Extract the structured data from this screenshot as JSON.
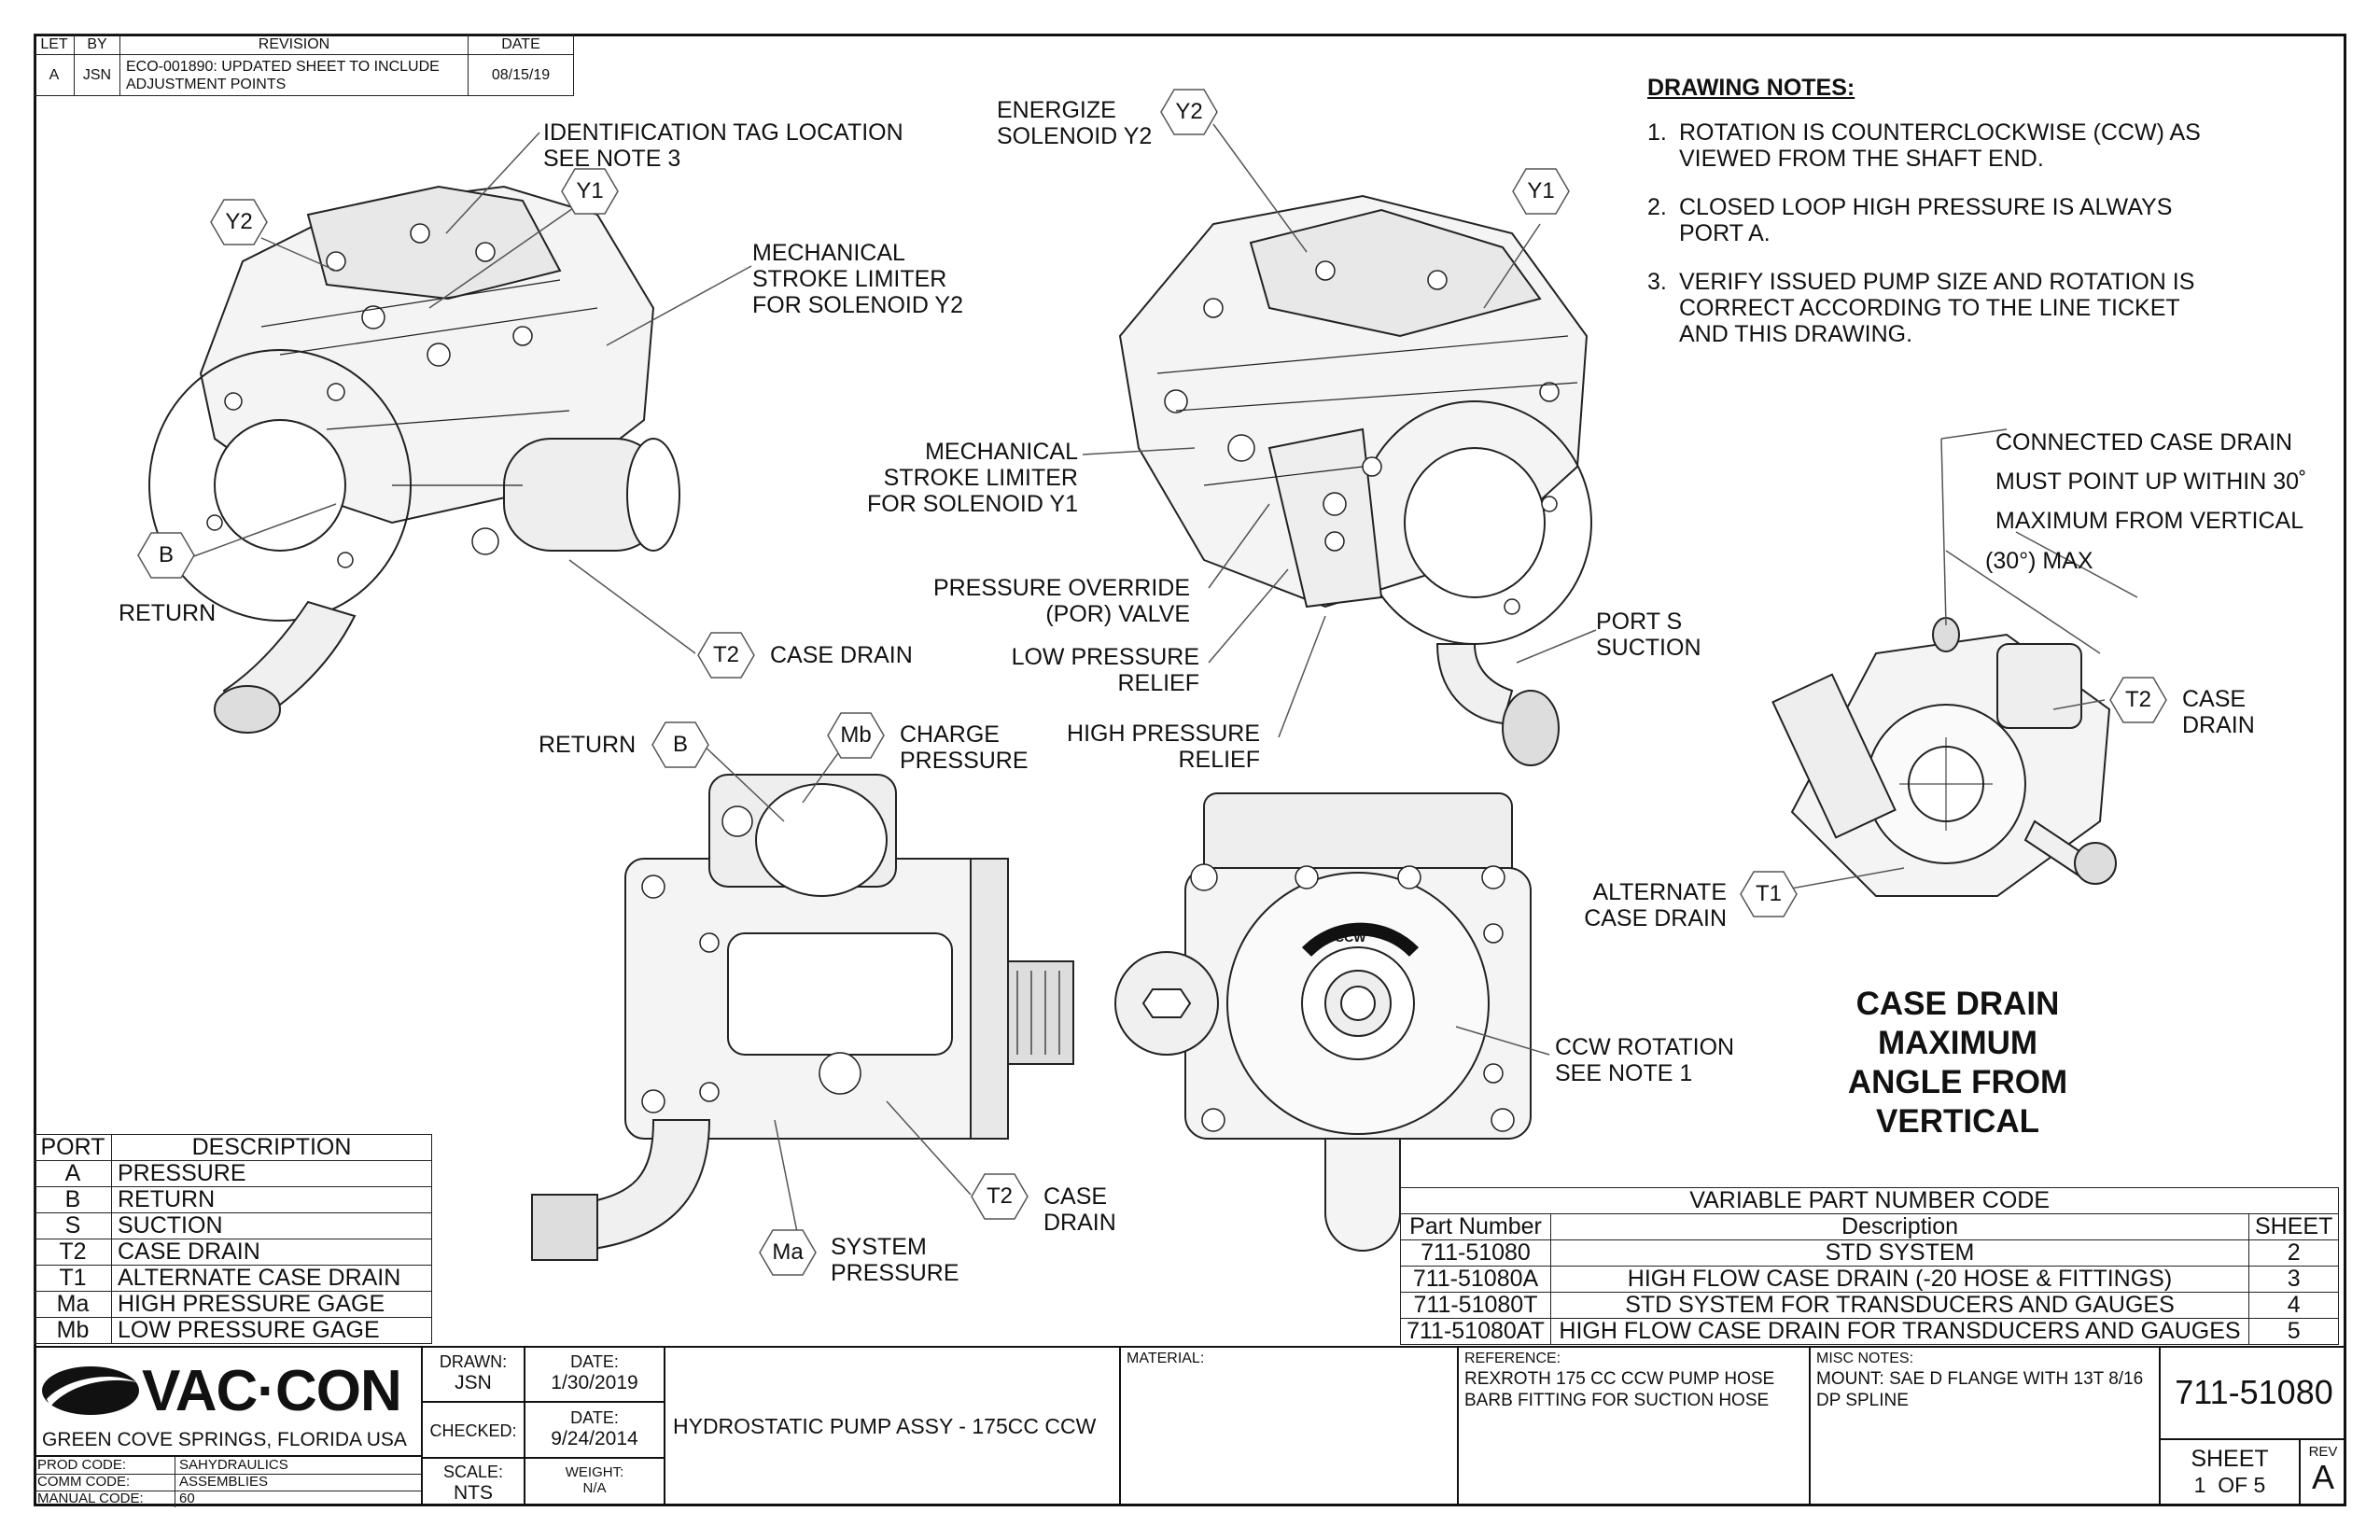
{
  "revision": {
    "headers": [
      "LET",
      "BY",
      "REVISION",
      "DATE"
    ],
    "rows": [
      [
        "A",
        "JSN",
        "ECO-001890: UPDATED SHEET TO INCLUDE ADJUSTMENT POINTS",
        "08/15/19"
      ]
    ]
  },
  "drawing_notes": {
    "title": "DRAWING NOTES:",
    "items": [
      {
        "num": "1.",
        "text": "ROTATION IS COUNTERCLOCKWISE (CCW) AS VIEWED FROM THE SHAFT END."
      },
      {
        "num": "2.",
        "text": "CLOSED LOOP HIGH PRESSURE IS ALWAYS PORT A."
      },
      {
        "num": "3.",
        "text": "VERIFY ISSUED PUMP SIZE AND ROTATION IS CORRECT ACCORDING TO THE LINE TICKET AND THIS DRAWING."
      }
    ]
  },
  "callouts": {
    "id_tag_1": "IDENTIFICATION TAG LOCATION",
    "id_tag_2": "SEE NOTE 3",
    "y2": "Y2",
    "y1": "Y1",
    "mech_y2_1": "MECHANICAL",
    "mech_y2_2": "STROKE LIMITER",
    "mech_y2_3": "FOR SOLENOID Y2",
    "b": "B",
    "return": "RETURN",
    "t2": "T2",
    "case_drain": "CASE DRAIN",
    "energize_1": "ENERGIZE",
    "energize_2": "SOLENOID Y2",
    "mech_y1_1": "MECHANICAL",
    "mech_y1_2": "STROKE LIMITER",
    "mech_y1_3": "FOR SOLENOID Y1",
    "por_1": "PRESSURE OVERRIDE",
    "por_2": "(POR) VALVE",
    "lpr_1": "LOW PRESSURE",
    "lpr_2": "RELIEF",
    "hpr_1": "HIGH PRESSURE",
    "hpr_2": "RELIEF",
    "ports_1": "PORT S",
    "ports_2": "SUCTION",
    "mb": "Mb",
    "charge_1": "CHARGE",
    "charge_2": "PRESSURE",
    "ma": "Ma",
    "system_1": "SYSTEM",
    "system_2": "PRESSURE",
    "case_1": "CASE",
    "case_2": "DRAIN",
    "ccw_1": "CCW ROTATION",
    "ccw_2": "SEE NOTE 1",
    "ccw_arrow": "CCW",
    "t1": "T1",
    "alt_1": "ALTERNATE",
    "alt_2": "CASE DRAIN",
    "connected_1": "CONNECTED CASE DRAIN",
    "connected_2": "MUST POINT UP WITHIN 30˚",
    "connected_3": "MAXIMUM FROM VERTICAL",
    "max_angle": "(30°) MAX",
    "big_1": "CASE DRAIN",
    "big_2": "MAXIMUM",
    "big_3": "ANGLE FROM",
    "big_4": "VERTICAL"
  },
  "port_table": {
    "headers": [
      "PORT",
      "DESCRIPTION"
    ],
    "rows": [
      [
        "A",
        "PRESSURE"
      ],
      [
        "B",
        "RETURN"
      ],
      [
        "S",
        "SUCTION"
      ],
      [
        "T2",
        "CASE DRAIN"
      ],
      [
        "T1",
        "ALTERNATE CASE DRAIN"
      ],
      [
        "Ma",
        "HIGH PRESSURE GAGE"
      ],
      [
        "Mb",
        "LOW PRESSURE GAGE"
      ]
    ]
  },
  "variable_table": {
    "title": "VARIABLE PART NUMBER CODE",
    "headers": [
      "Part Number",
      "Description",
      "SHEET"
    ],
    "rows": [
      [
        "711-51080",
        "STD SYSTEM",
        "2"
      ],
      [
        "711-51080A",
        "HIGH FLOW CASE DRAIN (-20 HOSE & FITTINGS)",
        "3"
      ],
      [
        "711-51080T",
        "STD SYSTEM FOR TRANSDUCERS AND GAUGES",
        "4"
      ],
      [
        "711-51080AT",
        "HIGH FLOW CASE DRAIN FOR TRANSDUCERS AND GAUGES",
        "5"
      ]
    ]
  },
  "title_block": {
    "logo": "VAC·CON",
    "location": "GREEN COVE SPRINGS, FLORIDA USA",
    "prod_code_label": "PROD CODE:",
    "prod_code": "SAHYDRAULICS",
    "comm_code_label": "COMM CODE:",
    "comm_code": "ASSEMBLIES",
    "manual_code_label": "MANUAL CODE:",
    "manual_code": "60",
    "drawn_label": "DRAWN:",
    "drawn": "JSN",
    "date_label": "DATE:",
    "drawn_date": "1/30/2019",
    "checked_label": "CHECKED:",
    "checked_date": "9/24/2014",
    "scale_label": "SCALE:",
    "scale": "NTS",
    "weight_label": "WEIGHT:",
    "weight": "N/A",
    "title": "HYDROSTATIC PUMP ASSY - 175CC CCW",
    "material_label": "MATERIAL:",
    "reference_label": "REFERENCE:",
    "reference_1": "REXROTH 175 CC CCW PUMP HOSE",
    "reference_2": "BARB FITTING FOR SUCTION HOSE",
    "misc_label": "MISC NOTES:",
    "misc_1": "MOUNT: SAE D FLANGE WITH 13T 8/16",
    "misc_2": "DP SPLINE",
    "part_number": "711-51080",
    "sheet_label": "SHEET",
    "sheet": "1  OF 5",
    "rev_label": "REV",
    "rev": "A"
  }
}
